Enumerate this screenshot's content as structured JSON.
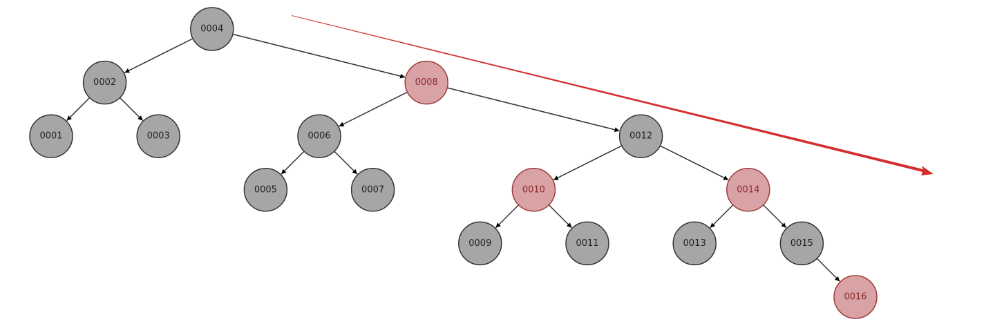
{
  "title": "Red-black tree",
  "colors": {
    "black_fill": "#a6a6a6",
    "black_stroke": "#333333",
    "black_text": "#222222",
    "red_fill": "#d9a3a5",
    "red_stroke": "#9e3a3e",
    "red_text": "#8a2a2e",
    "edge": "#333333",
    "arrow": "#d32f2f"
  },
  "nodes": [
    {
      "key": "0004",
      "color": "black",
      "parent": null
    },
    {
      "key": "0002",
      "color": "black",
      "parent": "0004"
    },
    {
      "key": "0008",
      "color": "red",
      "parent": "0004"
    },
    {
      "key": "0001",
      "color": "black",
      "parent": "0002"
    },
    {
      "key": "0003",
      "color": "black",
      "parent": "0002"
    },
    {
      "key": "0006",
      "color": "black",
      "parent": "0008"
    },
    {
      "key": "0012",
      "color": "black",
      "parent": "0008"
    },
    {
      "key": "0005",
      "color": "black",
      "parent": "0006"
    },
    {
      "key": "0007",
      "color": "black",
      "parent": "0006"
    },
    {
      "key": "0010",
      "color": "red",
      "parent": "0012"
    },
    {
      "key": "0014",
      "color": "red",
      "parent": "0012"
    },
    {
      "key": "0009",
      "color": "black",
      "parent": "0010"
    },
    {
      "key": "0011",
      "color": "black",
      "parent": "0010"
    },
    {
      "key": "0013",
      "color": "black",
      "parent": "0014"
    },
    {
      "key": "0015",
      "color": "black",
      "parent": "0014"
    },
    {
      "key": "0016",
      "color": "red",
      "parent": "0015"
    }
  ]
}
